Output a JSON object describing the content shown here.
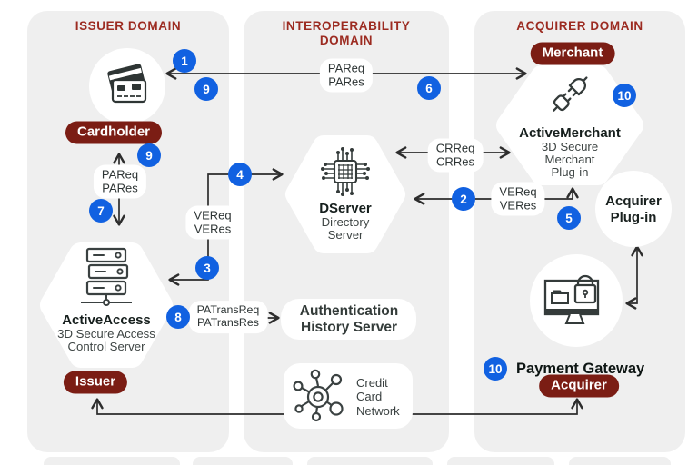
{
  "colors": {
    "accent_blue": "#1161e1",
    "badge_red": "#7b1d14",
    "title_red": "#9c2b21",
    "panel_gray": "#efefef",
    "line_dark": "#2d2d2d"
  },
  "panels": {
    "issuer": {
      "title": "ISSUER DOMAIN"
    },
    "interop": {
      "title_line1": "INTEROPERABILITY",
      "title_line2": "DOMAIN"
    },
    "acquirer": {
      "title": "ACQUIRER DOMAIN"
    }
  },
  "badges": {
    "cardholder": "Cardholder",
    "issuer": "Issuer",
    "merchant": "Merchant",
    "acquirer": "Acquirer"
  },
  "nodes": {
    "active_access": {
      "name": "ActiveAccess",
      "desc1": "3D Secure Access",
      "desc2": "Control Server",
      "icon": "server-stack-icon"
    },
    "dserver": {
      "name": "DServer",
      "desc1": "Directory",
      "desc2": "Server",
      "icon": "chip-icon"
    },
    "auth_history": {
      "line1": "Authentication",
      "line2": "History Server"
    },
    "credit_card_network": {
      "line1": "Credit",
      "line2": "Card",
      "line3": "Network",
      "icon": "network-icon"
    },
    "active_merchant": {
      "name": "ActiveMerchant",
      "desc1": "3D Secure",
      "desc2": "Merchant",
      "desc3": "Plug-in",
      "icon": "plug-icon"
    },
    "acquirer_plugin": {
      "line1": "Acquirer",
      "line2": "Plug-in"
    },
    "payment_gateway": {
      "label": "Payment Gateway",
      "icon": "monitor-lock-icon"
    },
    "cardholder": {
      "icon": "credit-cards-icon"
    }
  },
  "message_labels": {
    "pareq_top": {
      "line1": "PAReq",
      "line2": "PARes"
    },
    "pareq_issuer": {
      "line1": "PAReq",
      "line2": "PARes"
    },
    "vereq_issuer": {
      "line1": "VEReq",
      "line2": "VERes"
    },
    "crreq": {
      "line1": "CRReq",
      "line2": "CRRes"
    },
    "vereq_acquirer": {
      "line1": "VEReq",
      "line2": "VERes"
    },
    "patrans": {
      "line1": "PATransReq",
      "line2": "PATransRes"
    }
  },
  "steps": {
    "n1": "1",
    "n2": "2",
    "n3": "3",
    "n4": "4",
    "n5": "5",
    "n6": "6",
    "n7": "7",
    "n8": "8",
    "n9": "9",
    "n10": "10"
  }
}
